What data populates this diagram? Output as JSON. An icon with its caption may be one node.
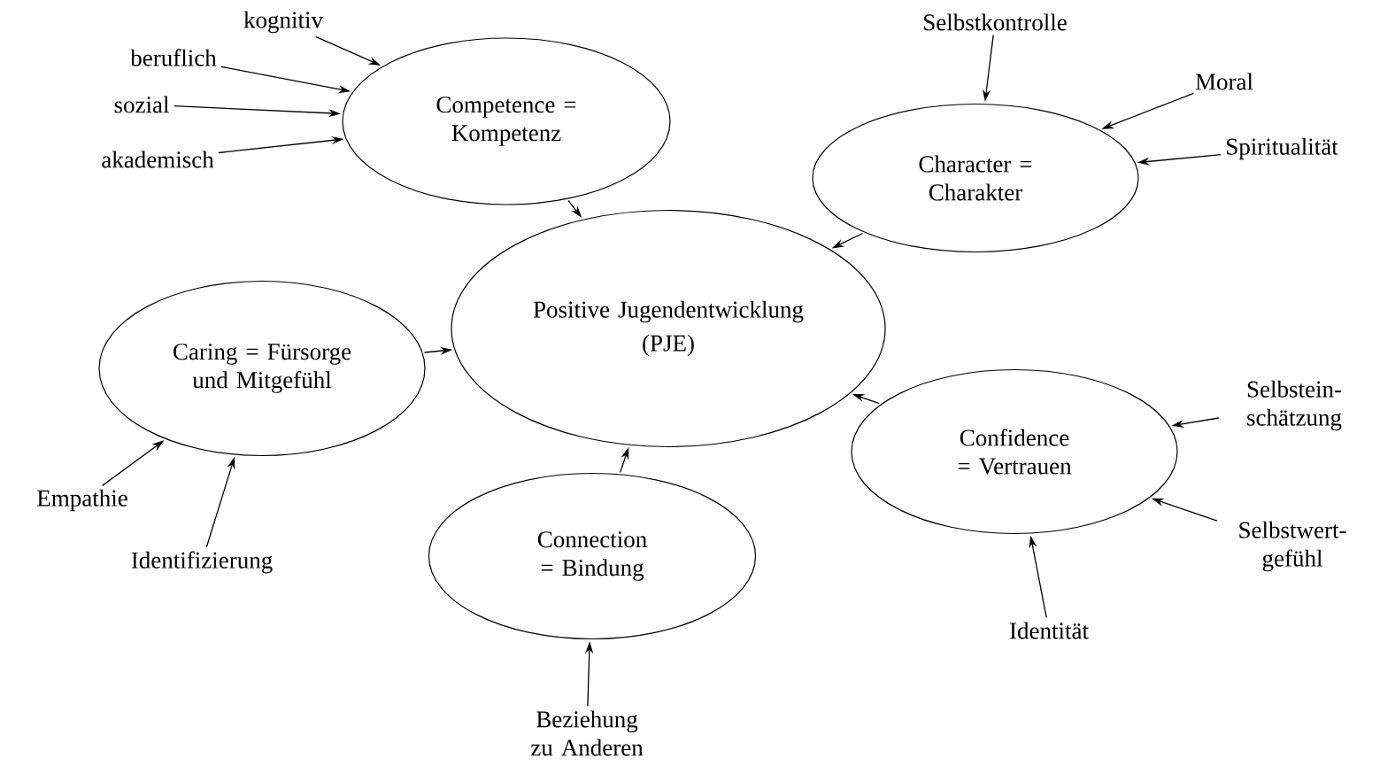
{
  "diagram": {
    "nodes": [
      {
        "text": [
          "kognitiv"
        ]
      },
      {
        "text": [
          "beruflich"
        ]
      },
      {
        "text": [
          "sozial"
        ]
      },
      {
        "text": [
          "akademisch"
        ]
      },
      {
        "text": [
          "Selbstkontrolle"
        ]
      },
      {
        "text": [
          "Competence = Kompetenz"
        ]
      },
      {
        "text": [
          "Moral"
        ]
      },
      {
        "text": [
          "Spiritualität"
        ]
      },
      {
        "text": [
          "Character = Charakter"
        ]
      },
      {
        "text": [
          "Positive Jugendentwicklung",
          "(PJE)"
        ]
      },
      {
        "text": [
          "Caring = Fürsorge und Mitgefühl"
        ]
      },
      {
        "text": [
          "Selbstein-schätzung"
        ]
      },
      {
        "text": [
          "Confidence = Vertrauen"
        ]
      },
      {
        "text": [
          "Empathie"
        ]
      },
      {
        "text": [
          "Selbstwert-gefühl"
        ]
      },
      {
        "text": [
          "Connection = Bindung"
        ]
      },
      {
        "text": [
          "Identifizierung"
        ]
      },
      {
        "text": [
          "Identität"
        ]
      },
      {
        "text": [
          "Beziehung zu Anderen"
        ]
      }
    ],
    "edges": [
      {
        "from": 0,
        "to": 5,
        "arrow": "to"
      },
      {
        "from": 1,
        "to": 5,
        "arrow": "to"
      },
      {
        "from": 2,
        "to": 5,
        "arrow": "to"
      },
      {
        "from": 3,
        "to": 5,
        "arrow": "to"
      },
      {
        "from": 4,
        "to": 8,
        "arrow": "to"
      },
      {
        "from": 6,
        "to": 8,
        "arrow": "to"
      },
      {
        "from": 7,
        "to": 8,
        "arrow": "to"
      },
      {
        "from": 5,
        "to": 9,
        "arrow": "to"
      },
      {
        "from": 8,
        "to": 9,
        "arrow": "to"
      },
      {
        "from": 10,
        "to": 9,
        "arrow": "to"
      },
      {
        "from": 12,
        "to": 9,
        "arrow": "to"
      },
      {
        "from": 15,
        "to": 9,
        "arrow": "to"
      },
      {
        "from": 13,
        "to": 10,
        "arrow": "to"
      },
      {
        "from": 16,
        "to": 10,
        "arrow": "to"
      },
      {
        "from": 18,
        "to": 15,
        "arrow": "to"
      },
      {
        "from": 11,
        "to": 12,
        "arrow": "to"
      },
      {
        "from": 14,
        "to": 12,
        "arrow": "to"
      },
      {
        "from": 17,
        "to": 12,
        "arrow": "to"
      }
    ]
  }
}
